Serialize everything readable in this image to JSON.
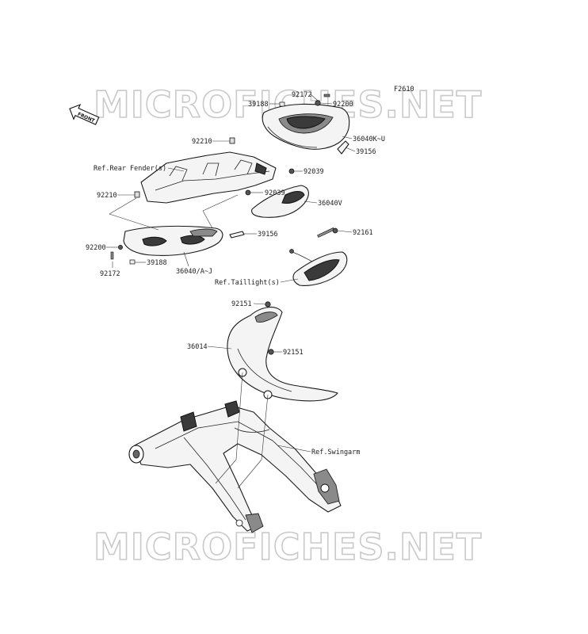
{
  "figure_code": "F2610",
  "front_arrow_label": "FRONT",
  "watermark": "MICROFICHES.NET",
  "labels": {
    "p92172_top": "92172",
    "p92200_top": "92200",
    "p39188_top": "39188",
    "p36040k": "36040K~U",
    "p39156_right": "39156",
    "p92210_upper": "92210",
    "ref_rear_fender": "Ref.Rear Fender(s)",
    "p92039_a": "92039",
    "p92039_b": "92039",
    "p36040v": "36040V",
    "p92210_lower": "92210",
    "p39156_mid": "39156",
    "p92161": "92161",
    "p92200_left": "92200",
    "p39188_bottom": "39188",
    "p36040aj": "36040/A~J",
    "p92172_bottom": "92172",
    "ref_taillight": "Ref.Taillight(s)",
    "p92151_top": "92151",
    "p36014": "36014",
    "p92151_mid": "92151",
    "ref_swingarm": "Ref.Swingarm"
  }
}
